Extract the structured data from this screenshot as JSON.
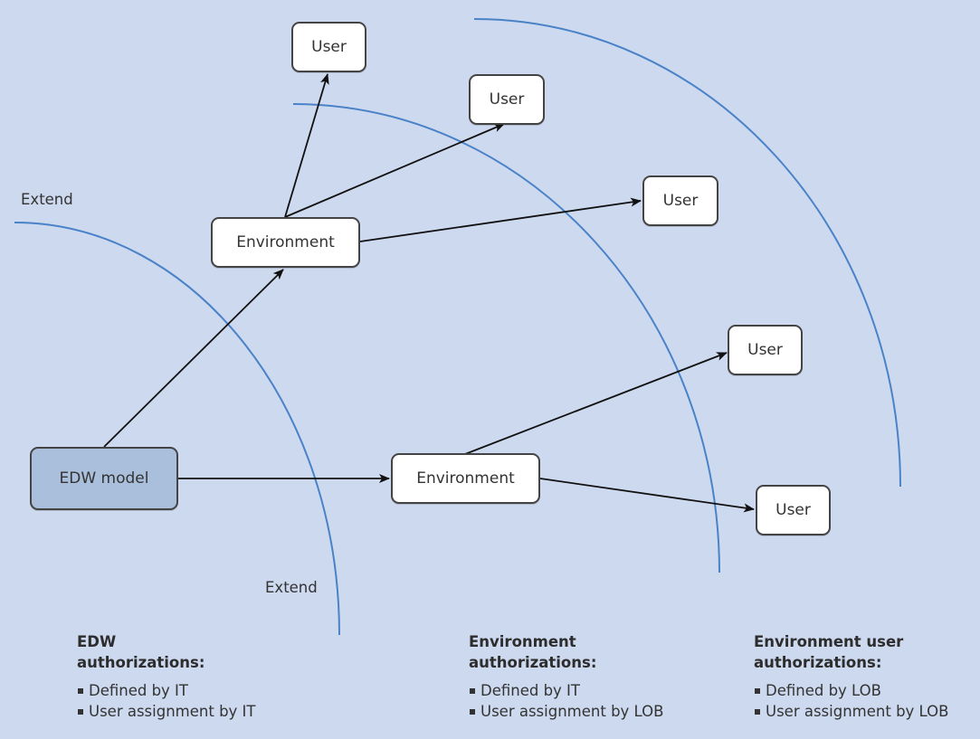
{
  "diagram": {
    "colors": {
      "background": "#cdd9ef",
      "arc": "#4a82c8",
      "node_fill": "#ffffff",
      "model_fill": "#aabfdc",
      "border": "#444444",
      "arrow": "#111111"
    },
    "nodes": {
      "edw_model": "EDW model",
      "env_1": "Environment",
      "env_2": "Environment",
      "user_1": "User",
      "user_2": "User",
      "user_3": "User",
      "user_4": "User",
      "user_5": "User"
    },
    "labels": {
      "extend_top": "Extend",
      "extend_bottom": "Extend"
    },
    "edges": [
      {
        "from": "edw_model",
        "to": "env_1"
      },
      {
        "from": "edw_model",
        "to": "env_2"
      },
      {
        "from": "env_1",
        "to": "user_1"
      },
      {
        "from": "env_1",
        "to": "user_2"
      },
      {
        "from": "env_1",
        "to": "user_3"
      },
      {
        "from": "env_2",
        "to": "user_4"
      },
      {
        "from": "env_2",
        "to": "user_5"
      }
    ]
  },
  "legend": [
    {
      "title_line1": "EDW",
      "title_line2": "authorizations:",
      "items": [
        "Defined by IT",
        "User assignment by IT"
      ]
    },
    {
      "title_line1": "Environment",
      "title_line2": "authorizations:",
      "items": [
        "Defined by IT",
        "User assignment by LOB"
      ]
    },
    {
      "title_line1": "Environment user",
      "title_line2": "authorizations:",
      "items": [
        "Defined by LOB",
        "User assignment by LOB"
      ]
    }
  ]
}
